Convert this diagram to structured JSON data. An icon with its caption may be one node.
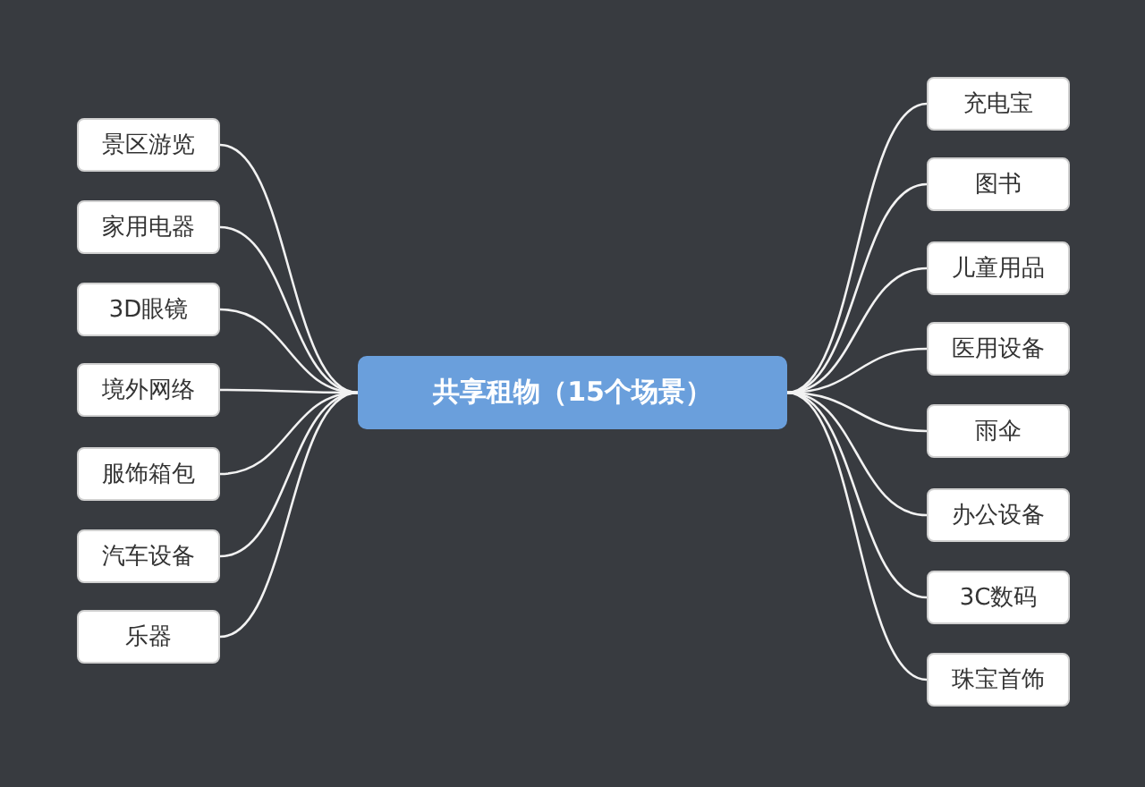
{
  "diagram": {
    "nodes": [
      {
        "text": [
          "共享租物（15个场景）"
        ]
      },
      {
        "text": [
          "景区游览"
        ]
      },
      {
        "text": [
          "家用电器"
        ]
      },
      {
        "text": [
          "3D眼镜"
        ]
      },
      {
        "text": [
          "境外网络"
        ]
      },
      {
        "text": [
          "服饰箱包"
        ]
      },
      {
        "text": [
          "汽车设备"
        ]
      },
      {
        "text": [
          "乐器"
        ]
      },
      {
        "text": [
          "充电宝"
        ]
      },
      {
        "text": [
          "图书"
        ]
      },
      {
        "text": [
          "儿童用品"
        ]
      },
      {
        "text": [
          "医用设备"
        ]
      },
      {
        "text": [
          "雨伞"
        ]
      },
      {
        "text": [
          "办公设备"
        ]
      },
      {
        "text": [
          "3C数码"
        ]
      },
      {
        "text": [
          "珠宝首饰"
        ]
      }
    ],
    "edges": [
      {
        "from": 0,
        "to": 1,
        "arrow": "none"
      },
      {
        "from": 0,
        "to": 2,
        "arrow": "none"
      },
      {
        "from": 0,
        "to": 3,
        "arrow": "none"
      },
      {
        "from": 0,
        "to": 4,
        "arrow": "none"
      },
      {
        "from": 0,
        "to": 5,
        "arrow": "none"
      },
      {
        "from": 0,
        "to": 6,
        "arrow": "none"
      },
      {
        "from": 0,
        "to": 7,
        "arrow": "none"
      },
      {
        "from": 0,
        "to": 8,
        "arrow": "none"
      },
      {
        "from": 0,
        "to": 9,
        "arrow": "none"
      },
      {
        "from": 0,
        "to": 10,
        "arrow": "none"
      },
      {
        "from": 0,
        "to": 11,
        "arrow": "none"
      },
      {
        "from": 0,
        "to": 12,
        "arrow": "none"
      },
      {
        "from": 0,
        "to": 13,
        "arrow": "none"
      },
      {
        "from": 0,
        "to": 14,
        "arrow": "none"
      },
      {
        "from": 0,
        "to": 15,
        "arrow": "none"
      }
    ]
  }
}
